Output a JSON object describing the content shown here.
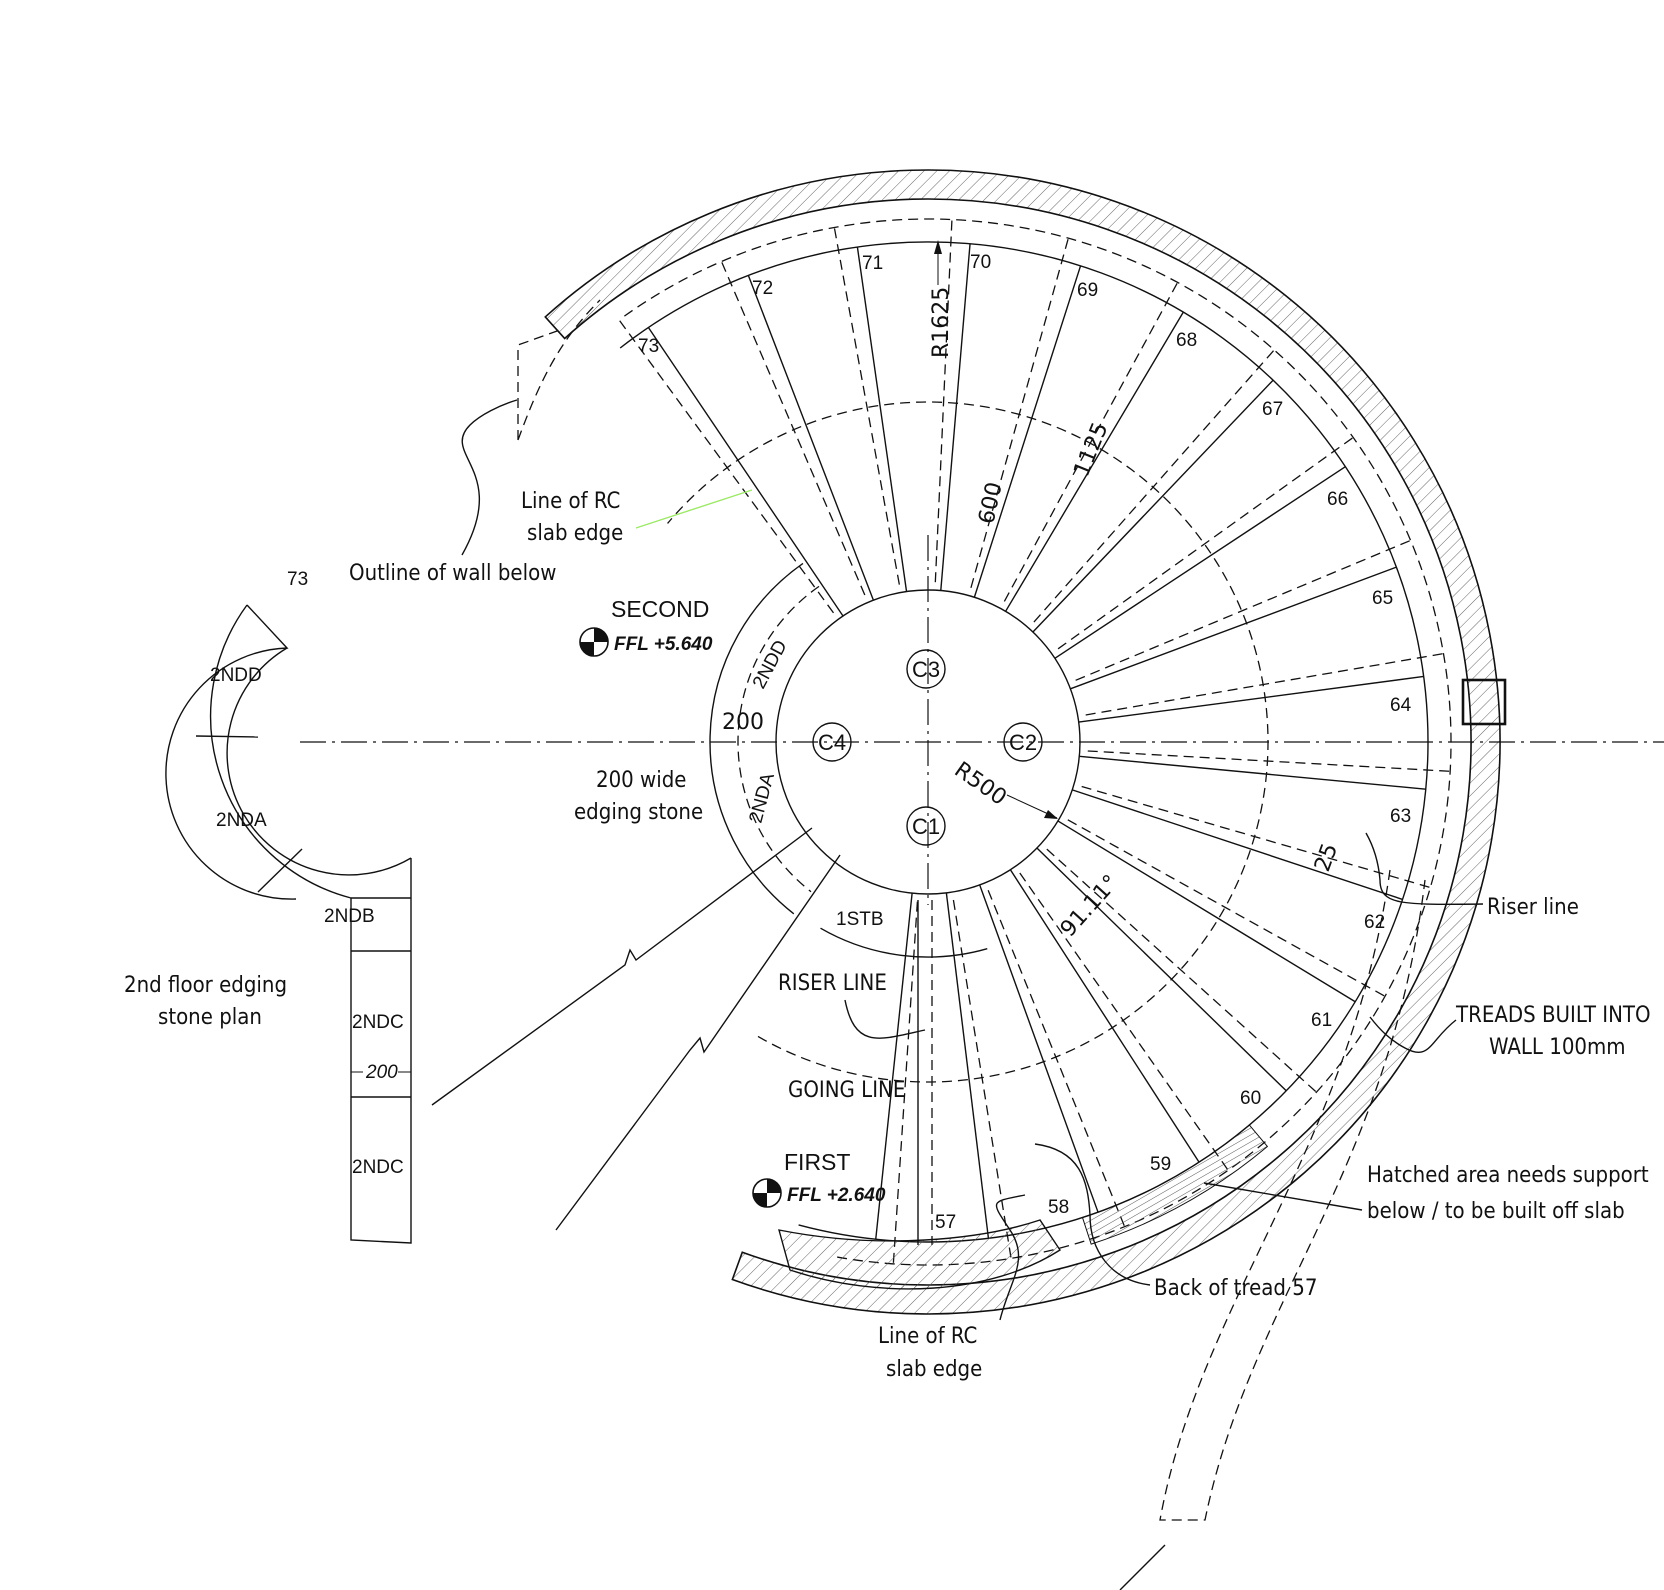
{
  "treads": [
    "57",
    "58",
    "59",
    "60",
    "61",
    "62",
    "63",
    "64",
    "65",
    "66",
    "67",
    "68",
    "69",
    "70",
    "71",
    "72",
    "73"
  ],
  "columns": [
    "C1",
    "C2",
    "C3",
    "C4"
  ],
  "dimensions": {
    "r_outer": "R1625",
    "r_inner": "R500",
    "d_1125": "1125",
    "d_600": "600",
    "d_200_main": "200",
    "d_200_plan": "200",
    "d_25": "25",
    "angle": "91.11°"
  },
  "levels": {
    "second_name": "SECOND",
    "second_ffl": "FFL +5.640",
    "first_name": "FIRST",
    "first_ffl": "FFL +2.640"
  },
  "edging_main": {
    "ndd": "2NDD",
    "nda": "2NDA",
    "stb": "1STB"
  },
  "edging_plan": {
    "label_73": "73",
    "ndd": "2NDD",
    "nda": "2NDA",
    "ndb": "2NDB",
    "ndc1": "2NDC",
    "ndc2": "2NDC",
    "title_l1": "2nd floor edging",
    "title_l2": "stone plan"
  },
  "notes": {
    "rc_slab_top_l1": "Line of RC",
    "rc_slab_top_l2": "slab edge",
    "outline_wall": "Outline of wall below",
    "edging_l1": "200 wide",
    "edging_l2": "edging stone",
    "riser_line_caps": "RISER LINE",
    "going_line": "GOING LINE",
    "riser_line": "Riser line",
    "treads_wall_l1": "TREADS BUILT INTO",
    "treads_wall_l2": "WALL 100mm",
    "hatched_l1": "Hatched area needs support",
    "hatched_l2": "below / to be built off slab",
    "back_tread": "Back of tread 57",
    "rc_slab_bot_l1": "Line of RC",
    "rc_slab_bot_l2": "slab edge"
  },
  "colors": {
    "line": "#111111",
    "leader_green": "#9ee86a",
    "background": "#ffffff"
  }
}
